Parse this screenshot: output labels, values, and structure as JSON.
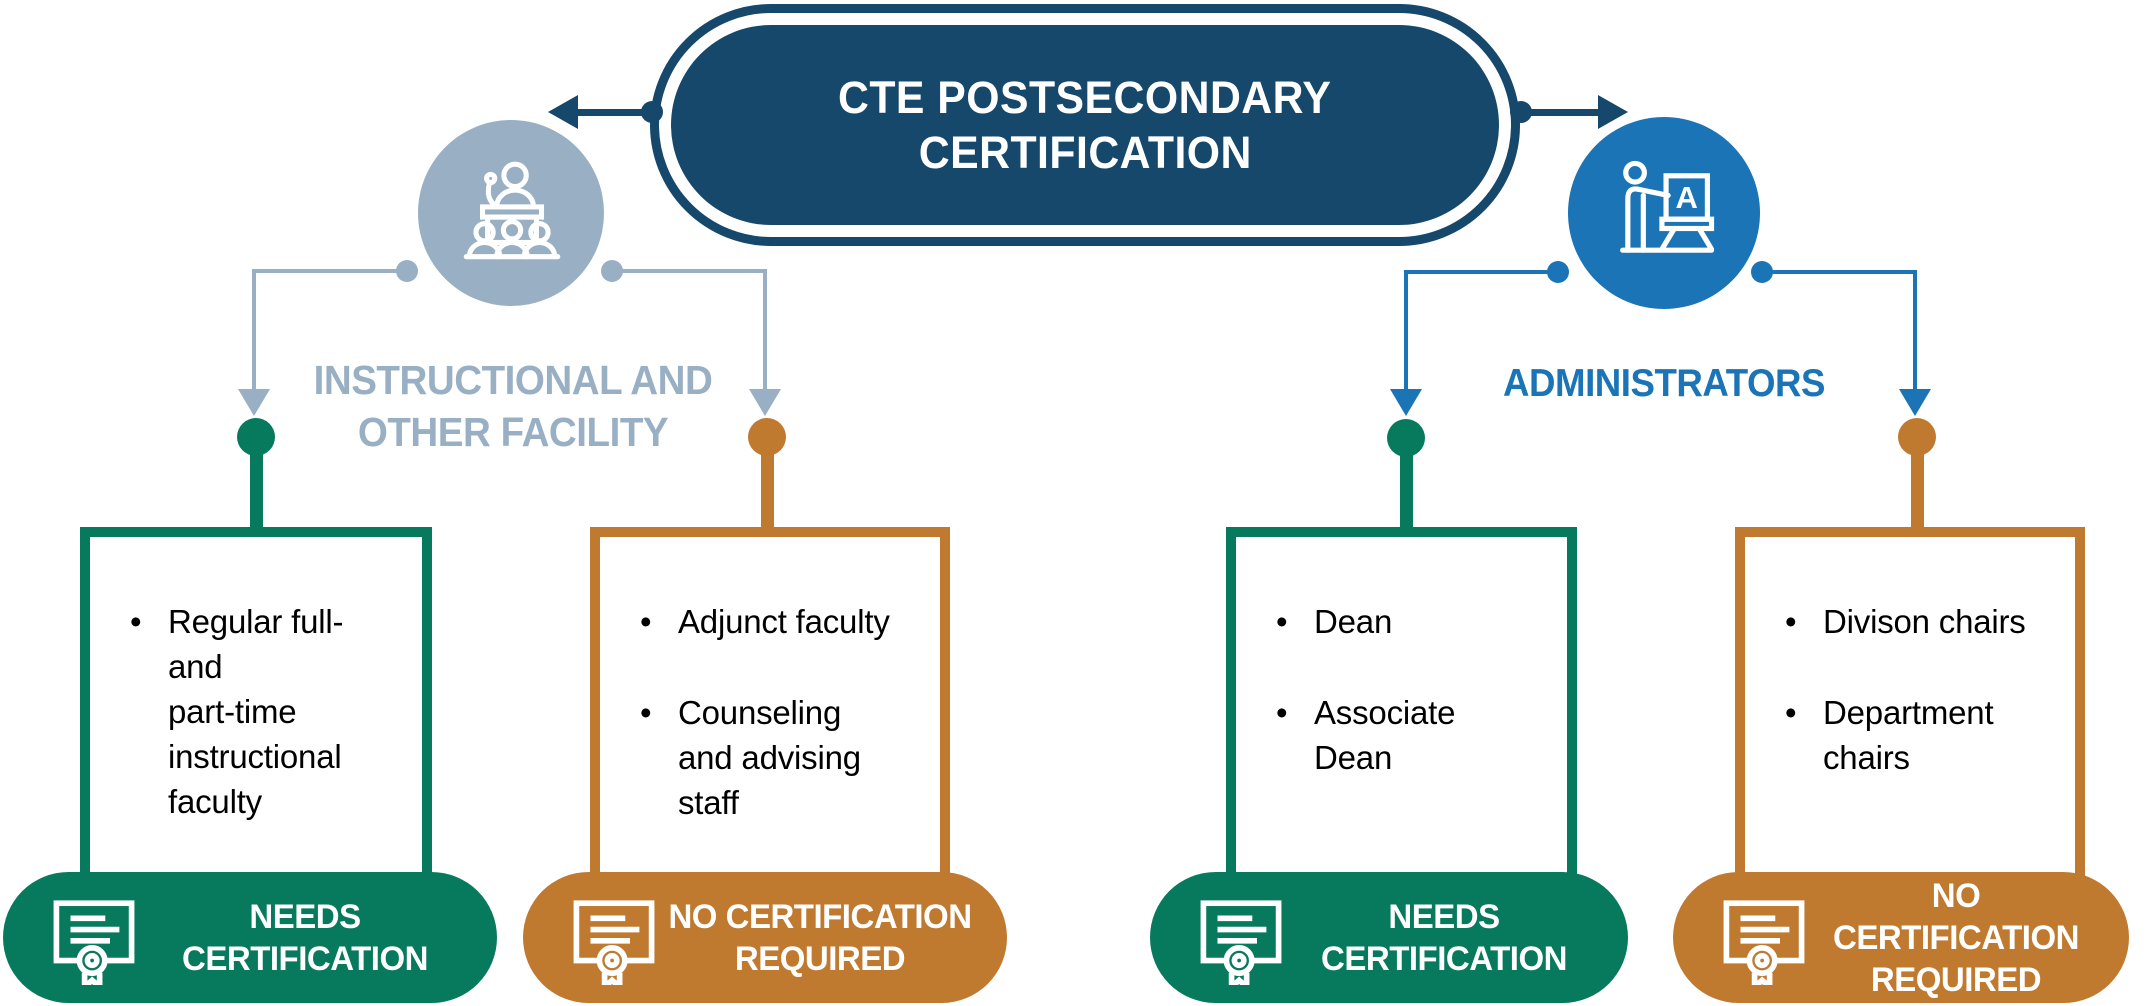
{
  "title": {
    "line1": "CTE POSTSECONDARY",
    "line2": "CERTIFICATION"
  },
  "branches": {
    "left": {
      "label_line1": "INSTRUCTIONAL AND",
      "label_line2": "OTHER FACILITY",
      "icon": "lecture-podium-icon",
      "color": "#98AFC4"
    },
    "right": {
      "label": "ADMINISTRATORS",
      "icon": "presenter-screen-icon",
      "color": "#1B74B5"
    }
  },
  "columns": [
    {
      "id": "instructional-certified",
      "bullets": [
        "Regular full-\nand\npart-time\ninstructional\nfaculty"
      ],
      "badge": "NEEDS\nCERTIFICATION",
      "badge_icon": "certificate-icon",
      "accent": "#077A5E"
    },
    {
      "id": "instructional-not-certified",
      "bullets": [
        "Adjunct faculty",
        "Counseling\nand advising\nstaff"
      ],
      "badge": "NO CERTIFICATION\nREQUIRED",
      "badge_icon": "certificate-icon",
      "accent": "#C07A30"
    },
    {
      "id": "admin-certified",
      "bullets": [
        "Dean",
        "Associate\nDean"
      ],
      "badge": "NEEDS\nCERTIFICATION",
      "badge_icon": "certificate-icon",
      "accent": "#077A5E"
    },
    {
      "id": "admin-not-certified",
      "bullets": [
        "Divison chairs",
        "Department\nchairs"
      ],
      "badge": "NO CERTIFICATION\nREQUIRED",
      "badge_icon": "certificate-icon",
      "accent": "#C07A30"
    }
  ],
  "colors": {
    "navy": "#16486B",
    "gray_blue": "#98AFC4",
    "blue": "#1B74B5",
    "green": "#077A5E",
    "orange": "#C07A30",
    "body_text": "#000000"
  }
}
